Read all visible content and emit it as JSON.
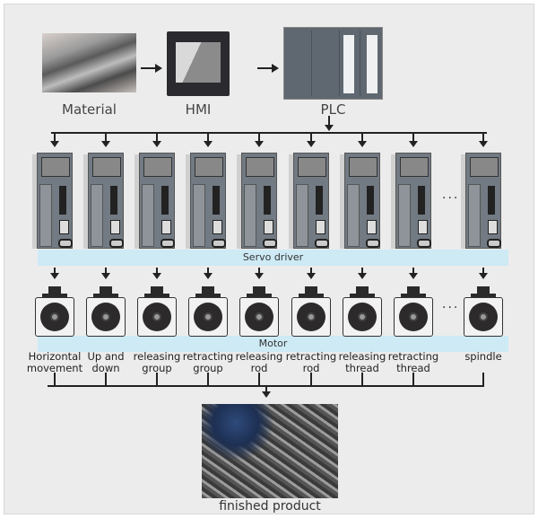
{
  "top": {
    "material_label": "Material",
    "hmi_label": "HMI",
    "plc_label": "PLC"
  },
  "servo_band": "Servo driver",
  "motor_band": "Motor",
  "ellipsis": "···",
  "axes": [
    {
      "line1": "Horizontal",
      "line2": "movement"
    },
    {
      "line1": "Up and",
      "line2": "down"
    },
    {
      "line1": "releasing",
      "line2": "group"
    },
    {
      "line1": "retracting",
      "line2": "group"
    },
    {
      "line1": "releasing",
      "line2": "rod"
    },
    {
      "line1": "retracting",
      "line2": "rod"
    },
    {
      "line1": "releasing",
      "line2": "thread"
    },
    {
      "line1": "retracting",
      "line2": "thread"
    },
    {
      "line1": "spindle",
      "line2": ""
    }
  ],
  "product_label": "finished product",
  "colors": {
    "band": "#cdeaf5",
    "background": "#ececec"
  }
}
